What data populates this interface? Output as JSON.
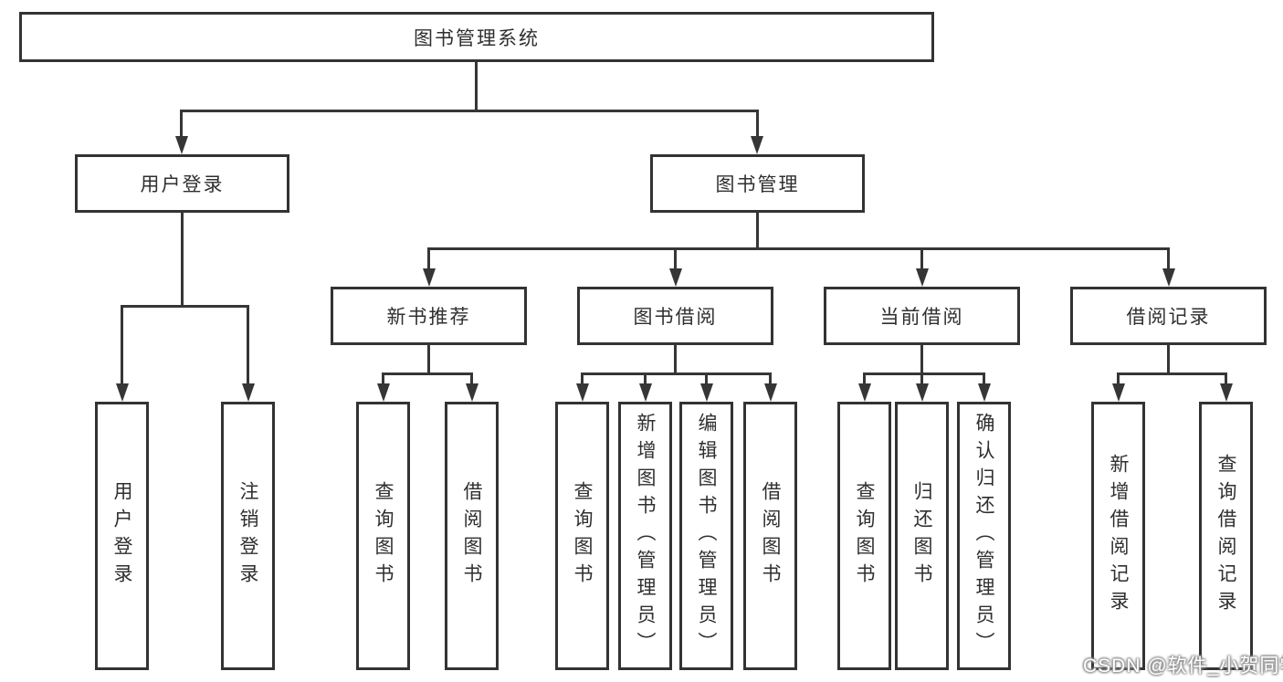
{
  "diagram": {
    "title": "图书管理系统",
    "level2": [
      "用户登录",
      "图书管理"
    ],
    "level3": [
      "新书推荐",
      "图书借阅",
      "当前借阅",
      "借阅记录"
    ],
    "leaves": [
      "用户登录",
      "注销登录",
      "查询图书",
      "借阅图书",
      "查询图书",
      "新增图书（管理员）",
      "编辑图书（管理员）",
      "借阅图书",
      "查询图书",
      "归还图书",
      "确认归还（管理员）",
      "新增借阅记录",
      "查询借阅记录"
    ]
  },
  "watermark": {
    "text": "CSDN @软件_小贺同学"
  },
  "colors": {
    "line": "#363636",
    "border": "#333333",
    "text": "#2f2f2f",
    "background": "#ffffff",
    "watermark_text": "#ffffff"
  }
}
